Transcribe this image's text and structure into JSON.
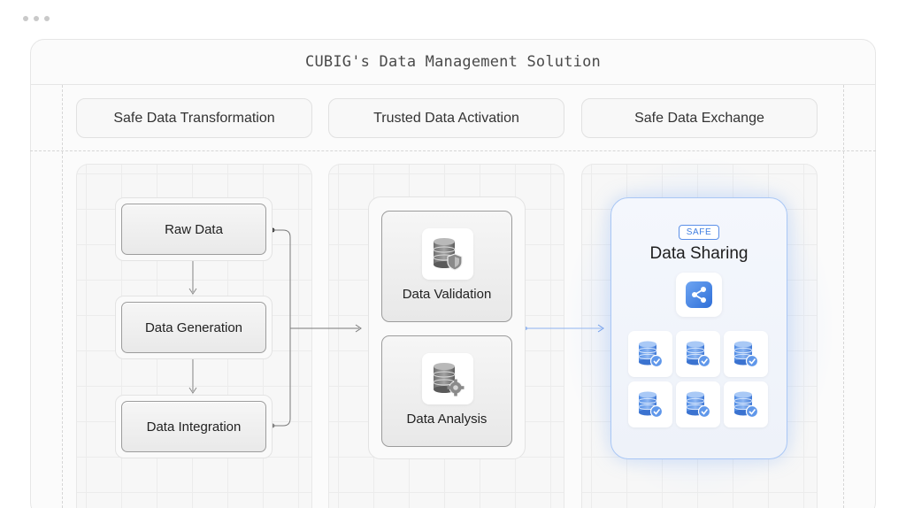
{
  "title": "CUBIG's Data Management Solution",
  "columns": [
    {
      "header": "Safe Data Transformation"
    },
    {
      "header": "Trusted Data Activation"
    },
    {
      "header": "Safe Data Exchange"
    }
  ],
  "transformation": {
    "nodes": [
      "Raw Data",
      "Data Generation",
      "Data Integration"
    ]
  },
  "activation": {
    "cards": [
      {
        "label": "Data Validation",
        "icon": "database-shield-icon"
      },
      {
        "label": "Data Analysis",
        "icon": "database-gear-icon"
      }
    ]
  },
  "exchange": {
    "badge": "SAFE",
    "title": "Data Sharing",
    "icon": "share-icon",
    "tile_icon": "database-check-icon"
  },
  "colors": {
    "accent_blue": "#4a86e8",
    "node_border": "#9c9c9c",
    "connector": "#7a7a7a"
  }
}
